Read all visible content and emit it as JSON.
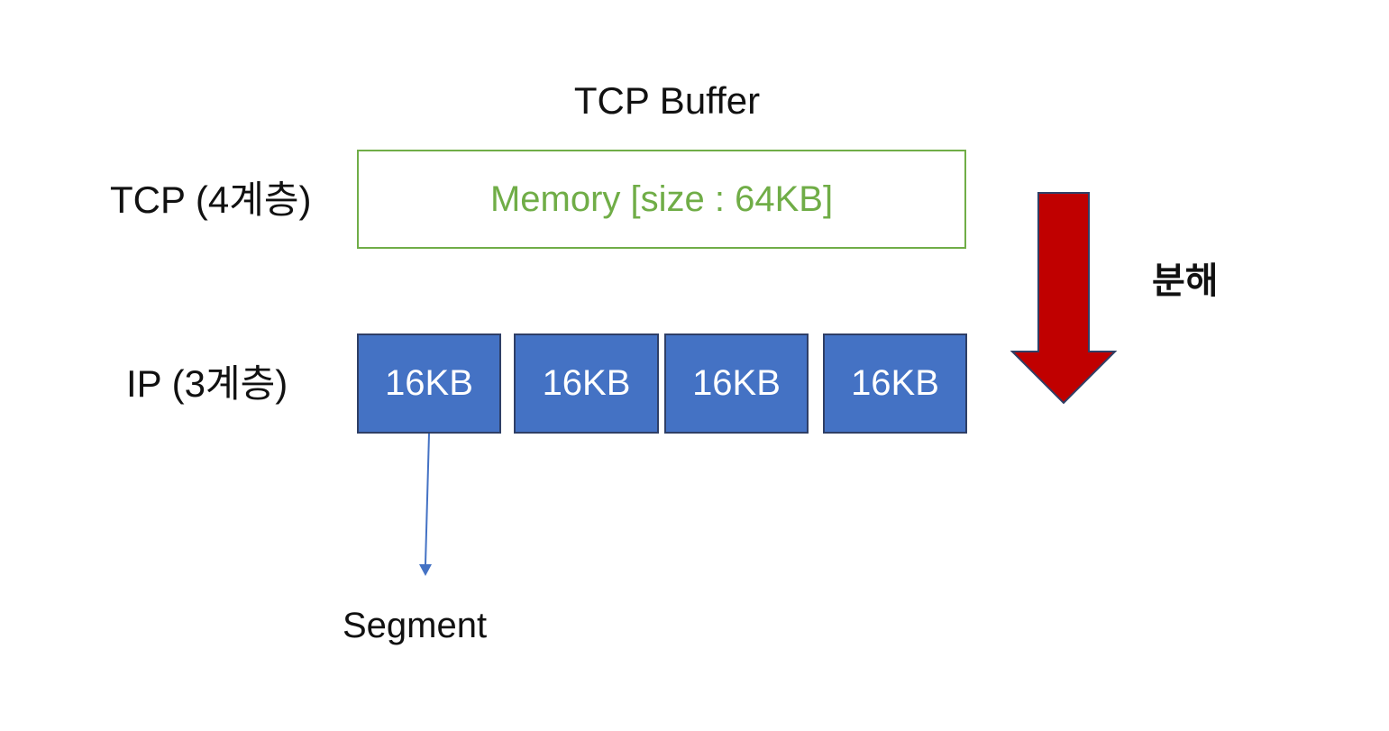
{
  "title": "TCP Buffer",
  "layers": {
    "tcp": {
      "label": "TCP (4계층)",
      "box_text": "Memory [size : 64KB]",
      "box_color": "#70ad47"
    },
    "ip": {
      "label": "IP (3계층)",
      "segments": [
        "16KB",
        "16KB",
        "16KB",
        "16KB"
      ],
      "segment_color": "#4472c4"
    }
  },
  "segment_pointer": {
    "label": "Segment"
  },
  "decompose": {
    "label": "분해",
    "arrow_color": "#c00000"
  }
}
